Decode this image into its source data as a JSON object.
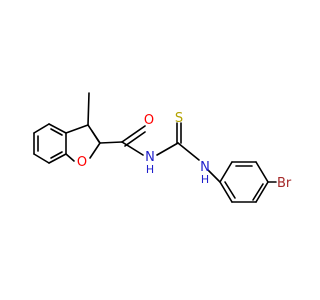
{
  "molecule": {
    "atoms": {
      "o_carbonyl": "O",
      "o_furan": "O",
      "n_amide": "N",
      "h_amide": "H",
      "s_thio": "S",
      "n_thioamide": "N",
      "h_thioamide": "H",
      "br": "Br"
    },
    "colors": {
      "bond": "#000000",
      "oxygen": "#ff0000",
      "nitrogen": "#1f1fcc",
      "sulfur": "#b3a300",
      "bromine": "#a52a2a"
    }
  }
}
